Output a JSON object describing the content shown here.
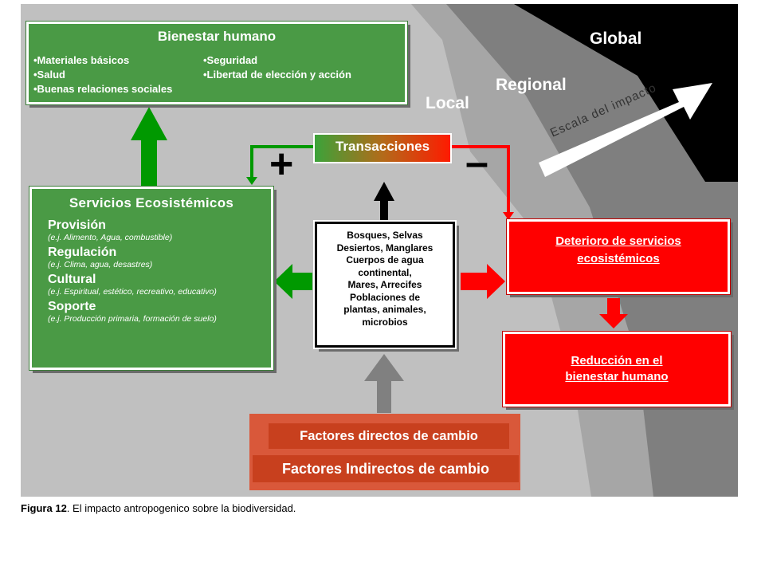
{
  "zones": {
    "global": "Global",
    "regional": "Regional",
    "local": "Local"
  },
  "scale_arrow_label": "Escala del impacto",
  "bienestar": {
    "title": "Bienestar humano",
    "left_items": [
      "•Materiales básicos",
      "•Salud",
      "•Buenas relaciones sociales"
    ],
    "right_items": [
      "•Seguridad",
      "•Libertad de elección y acción"
    ]
  },
  "transacciones": "Transacciones",
  "plus_sign": "+",
  "minus_sign": "–",
  "servicios": {
    "title": "Servicios Ecosistémicos",
    "items": [
      {
        "heading": "Provisión",
        "example": "(e.j. Alimento, Agua, combustible)"
      },
      {
        "heading": "Regulación",
        "example": "(e.j. Clima, agua, desastres)"
      },
      {
        "heading": "Cultural",
        "example": "(e.j. Espiritual, estético, recreativo, educativo)"
      },
      {
        "heading": "Soporte",
        "example": "(e.j. Producción primaria, formación de suelo)"
      }
    ]
  },
  "ecosistemas": {
    "lines": [
      "Bosques, Selvas",
      "Desiertos, Manglares",
      "Cuerpos de agua",
      "continental,",
      "Mares, Arrecifes",
      "Poblaciones de",
      "plantas, animales,",
      "microbios"
    ]
  },
  "deterioro": {
    "line1": "Deterioro de servicios",
    "line2": "ecosistémicos"
  },
  "reduccion": {
    "line1": "Reducción en el",
    "line2": "bienestar humano"
  },
  "factores_directos": "Factores  directos de cambio",
  "factores_indirectos": "Factores  Indirectos de cambio",
  "caption": {
    "label": "Figura 12",
    "text": ". El impacto antropogenico sobre la biodiversidad."
  },
  "colors": {
    "gray_bg": "#c0c0c0",
    "green": "#4a9a45",
    "arrow_green": "#009900",
    "red": "#ff0000",
    "factors_frame": "#d9583a",
    "factors_box": "#c8401e"
  }
}
